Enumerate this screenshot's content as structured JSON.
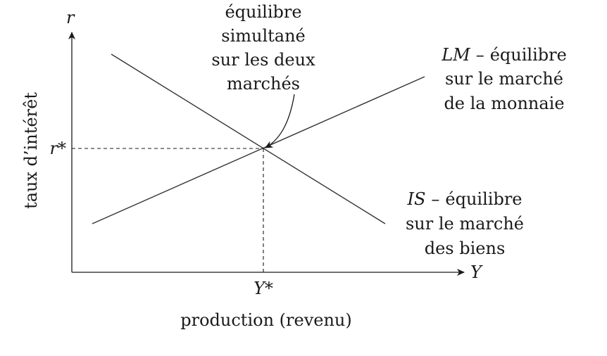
{
  "axes": {
    "y_symbol": "r",
    "x_symbol": "Y",
    "y_label": "taux d’intérêt",
    "x_label": "production (revenu)"
  },
  "equilibrium": {
    "r_star": "r*",
    "y_star": "Y*",
    "annotation": [
      "équilibre",
      "simultané",
      "sur les deux",
      "marchés"
    ]
  },
  "curves": {
    "lm": {
      "name": "LM",
      "dash": "–",
      "line1": "équilibre",
      "line2": "sur le marché",
      "line3": "de la monnaie"
    },
    "is": {
      "name": "IS",
      "dash": "–",
      "line1": "équilibre",
      "line2": "sur le marché",
      "line3": "des biens"
    }
  }
}
